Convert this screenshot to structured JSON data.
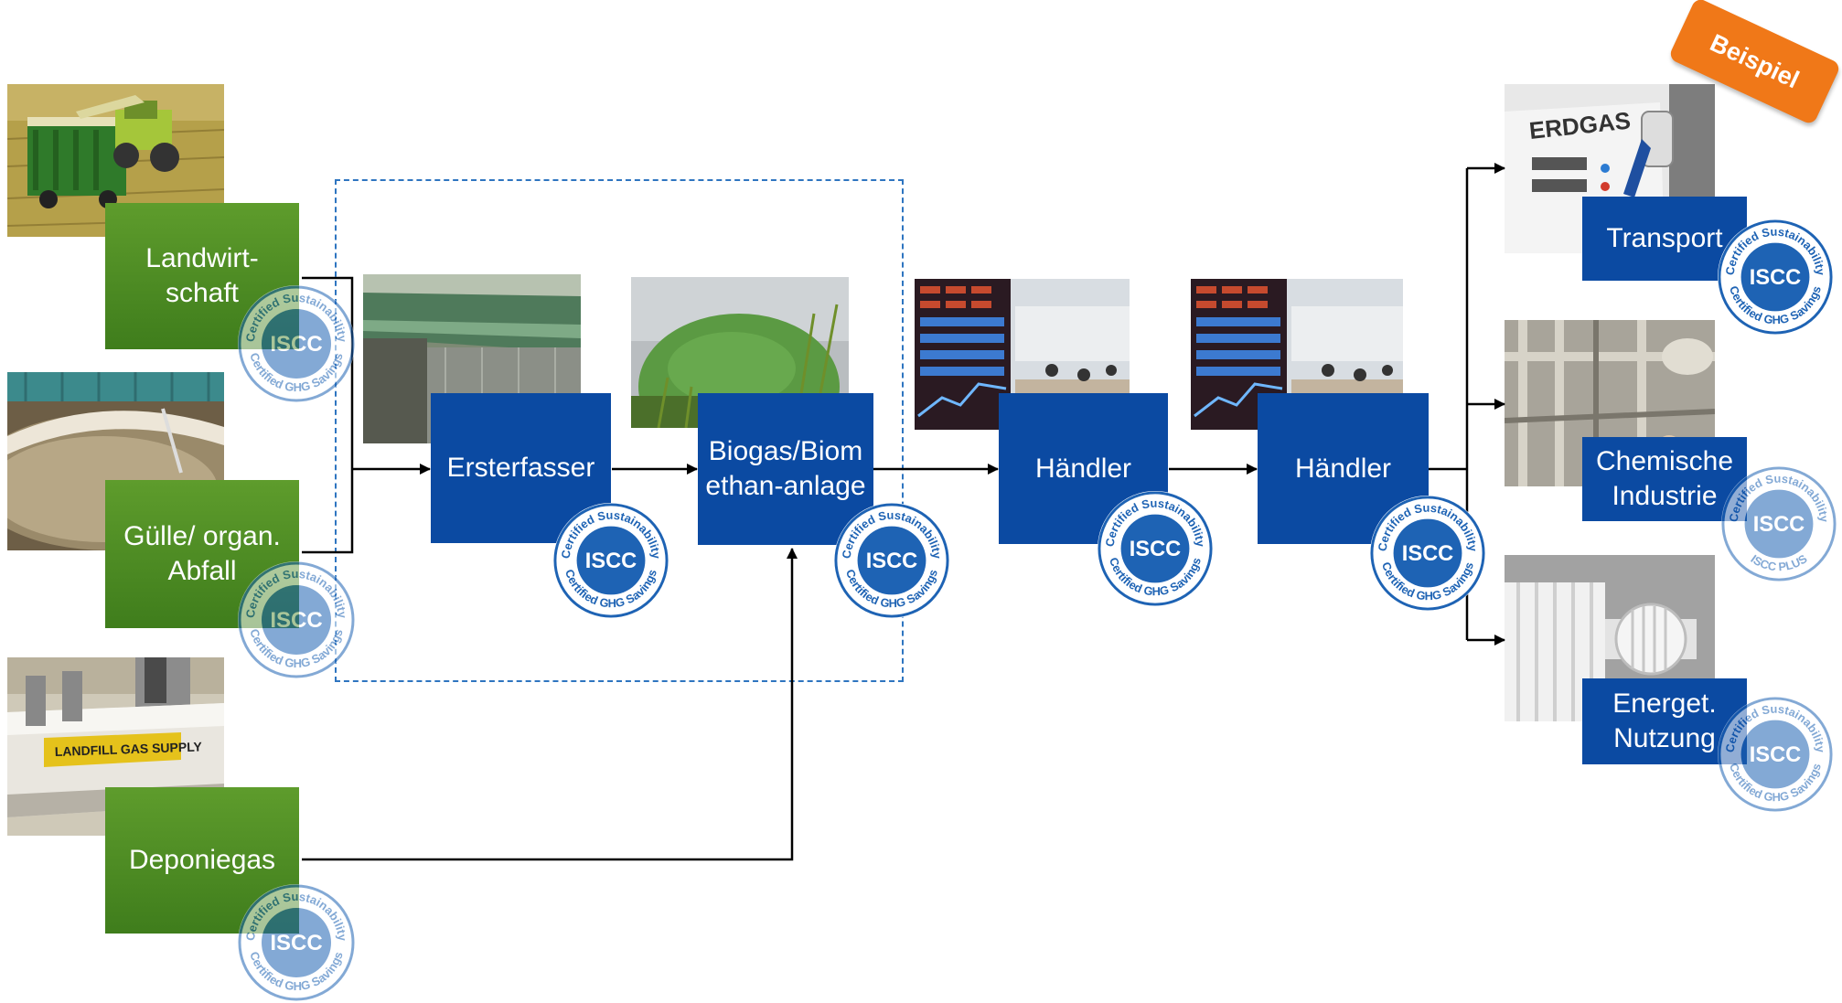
{
  "badge": {
    "label": "Beispiel",
    "color": "#f07818"
  },
  "sources": [
    {
      "id": "landwirtschaft",
      "lines": [
        "Landwirt-",
        "schaft"
      ]
    },
    {
      "id": "guelle",
      "lines": [
        "Gülle/ organ.",
        "Abfall"
      ]
    },
    {
      "id": "deponie",
      "lines": [
        "Deponiegas"
      ]
    }
  ],
  "chain": [
    {
      "id": "ersterfasser",
      "lines": [
        "Ersterfasser"
      ]
    },
    {
      "id": "biogas",
      "lines": [
        "Biogas/Biom",
        "ethan-anlage"
      ]
    },
    {
      "id": "haendler1",
      "lines": [
        "Händler"
      ]
    },
    {
      "id": "haendler2",
      "lines": [
        "Händler"
      ]
    }
  ],
  "outputs": [
    {
      "id": "transport",
      "lines": [
        "Transport"
      ]
    },
    {
      "id": "chemie",
      "lines": [
        "Chemische",
        "Industrie"
      ]
    },
    {
      "id": "energie",
      "lines": [
        "Energet.",
        "Nutzung"
      ]
    }
  ],
  "seal": {
    "center": "ISCC",
    "ring_top": "Certified Sustainability",
    "ring_bottom": "Certified GHG Savings",
    "ring_bottom_plus": "ISCC PLUS",
    "color": "#1e63b4"
  },
  "photo_text": {
    "erdgas": "ERDGAS",
    "landfill": "LANDFILL GAS SUPPLY"
  },
  "colors": {
    "green": "#4a8a22",
    "blue": "#0b4aa2",
    "dashed": "#2e75c0"
  }
}
